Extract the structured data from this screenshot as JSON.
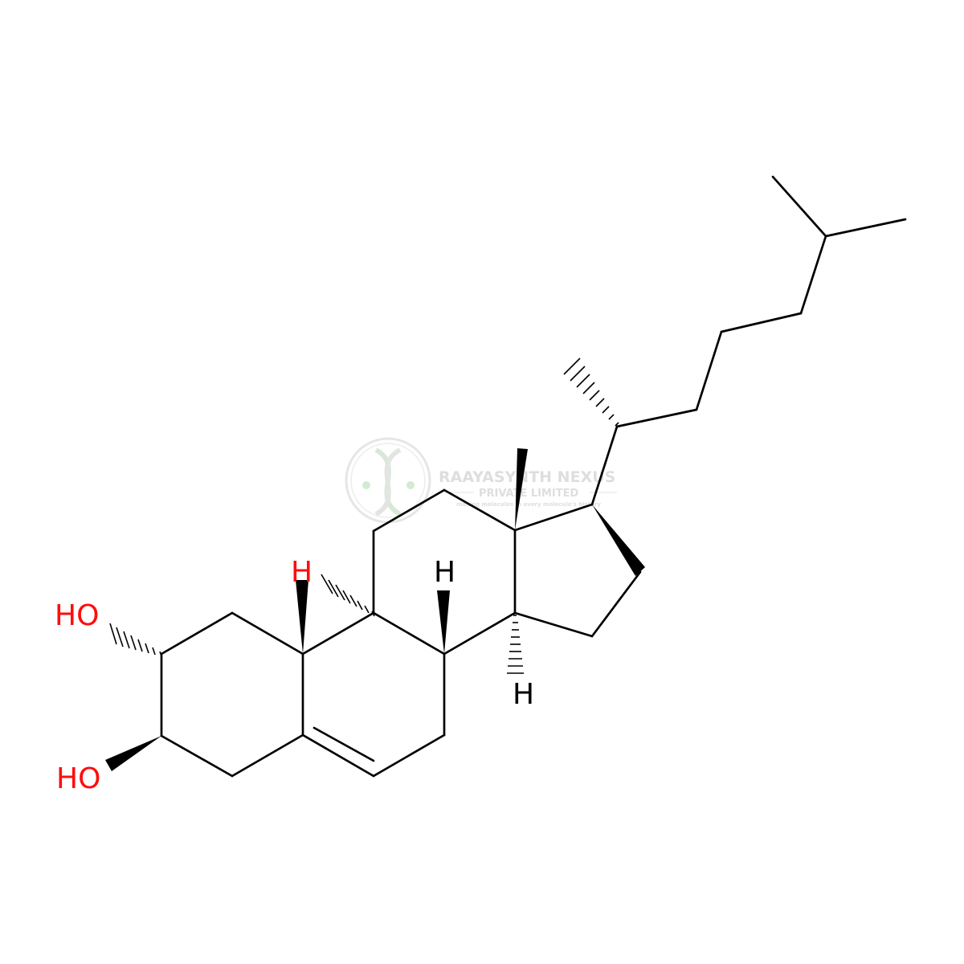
{
  "molecule": {
    "labels": {
      "oh_upper": "HO",
      "oh_lower": "HO",
      "h_c9": "H",
      "h_c8": "H",
      "h_c14": "H",
      "h_c9_overlap": "H"
    },
    "colors": {
      "bond": "#000000",
      "oxygen": "#ff0d0d",
      "hydrogen": "#000000"
    }
  },
  "watermark": {
    "company": "RAAYASYNTH NEXUS",
    "subtitle": "PRIVATE LIMITED",
    "tagline": "making molecules in every molecule's history",
    "icon": "dna-helix-logo-icon",
    "color": "#d9dcd9"
  }
}
